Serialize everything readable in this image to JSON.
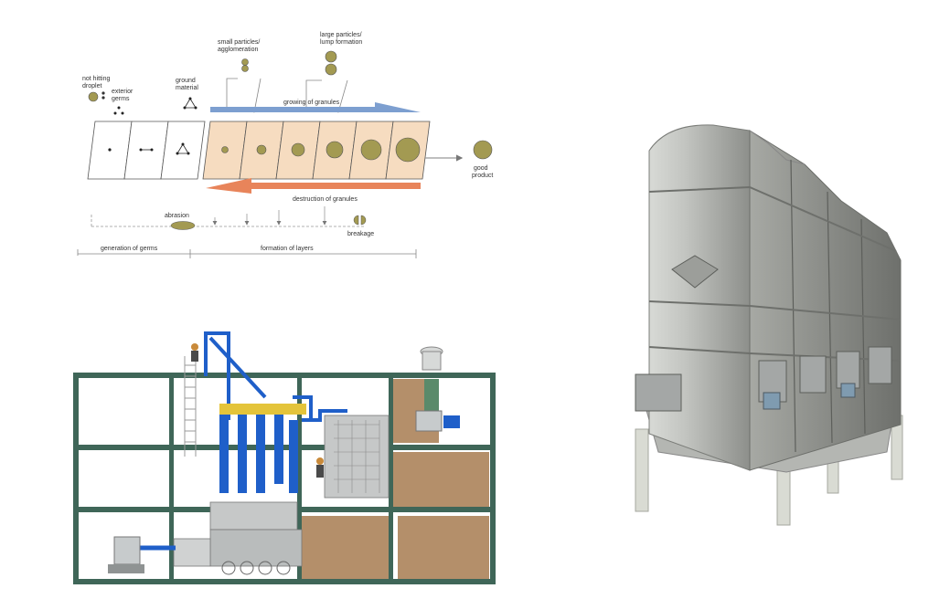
{
  "diagram": {
    "labels": {
      "not_hitting_droplet": [
        "not hitting",
        "droplet"
      ],
      "exterior_germs": [
        "exterior",
        "germs"
      ],
      "ground_material": [
        "ground",
        "material"
      ],
      "small_particles": [
        "small particles/",
        "agglomeration"
      ],
      "large_particles": [
        "large particles/",
        "lump formation"
      ],
      "growing": "growing of granules",
      "destruction": "destruction of granules",
      "good_product": [
        "good",
        "product"
      ],
      "abrasion": "abrasion",
      "breakage": "breakage",
      "generation_of_germs": "generation of germs",
      "formation_of_layers": "formation of layers"
    },
    "colors": {
      "growing_arrow": "#7d9fd0",
      "destruction_arrow": "#e8845a",
      "granule_fill": "#a39a52",
      "cell_tint": "#f6dcc0"
    }
  },
  "plant": {
    "colors": {
      "frame": "#3f6658",
      "ducts": "#1f5fc9",
      "silo_fill": "#b48f6a",
      "equipment": "#bfc3c4"
    }
  },
  "photo": {
    "colors": {
      "body": "#b8bab7",
      "legs": "#d9dbd3"
    }
  }
}
